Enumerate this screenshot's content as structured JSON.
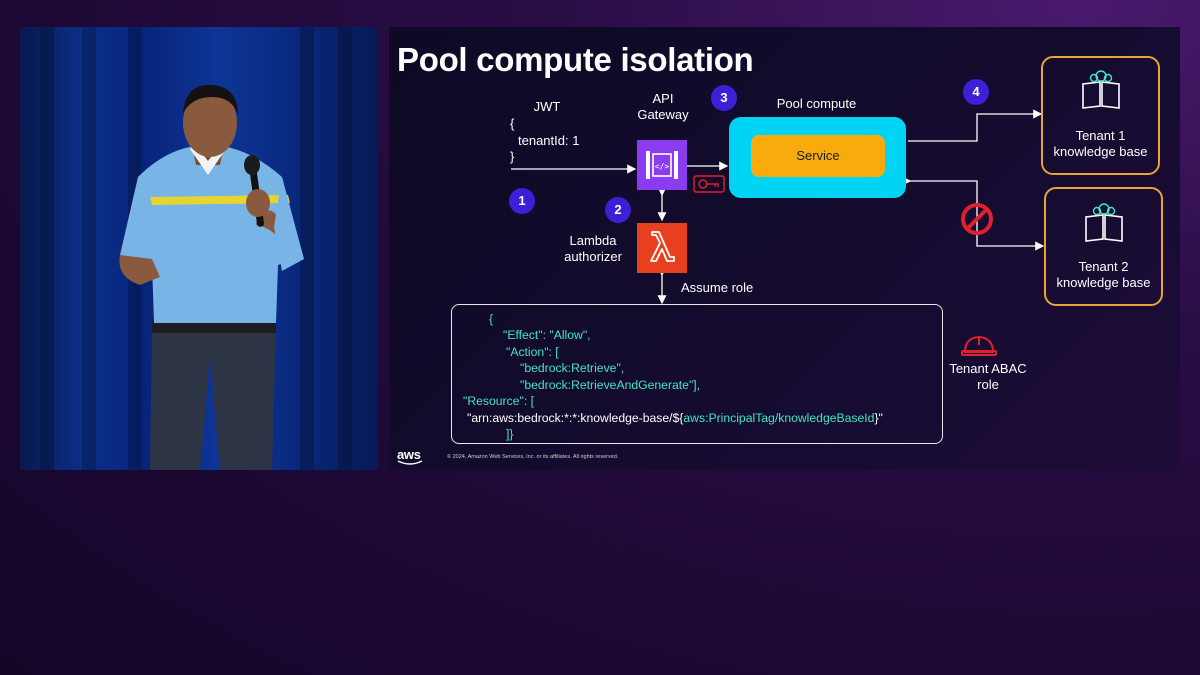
{
  "slide": {
    "title": "Pool compute isolation",
    "jwt": {
      "label": "JWT",
      "open_brace": "{",
      "claim": "tenantId: 1",
      "close_brace": "}"
    },
    "api_gateway_label": "API\nGateway",
    "lambda_label": "Lambda\nauthorizer",
    "pool_compute_label": "Pool compute",
    "service_label": "Service",
    "tenant1_label": "Tenant 1\nknowledge base",
    "tenant2_label": "Tenant 2\nknowledge base",
    "assume_role_label": "Assume role",
    "tenant_abac_label": "Tenant ABAC\nrole",
    "steps": [
      "1",
      "2",
      "3",
      "4"
    ],
    "policy": {
      "l1": "{",
      "l2": "\"Effect\": \"Allow\",",
      "l3": "\"Action\": [",
      "l4": "\"bedrock:Retrieve\",",
      "l5": "\"bedrock:RetrieveAndGenerate\"],",
      "l6": "\"Resource\": [",
      "l7a": "\"arn:aws:bedrock:*:*:knowledge-base/${",
      "l7b": "aws:PrincipalTag/knowledgeBaseId",
      "l7c": "}\"",
      "l8": "]}"
    },
    "aws_logo": "aws",
    "footer": "© 2024, Amazon Web Services, Inc. or its affiliates. All rights reserved."
  },
  "colors": {
    "pool_compute": "#00d4f5",
    "service": "#f9ab0c",
    "api_gateway": "#8c3cf0",
    "lambda": "#e8401e",
    "step_badge": "#3d1fd6",
    "kb_border": "#e7a630",
    "deny_icon": "#e0202a",
    "policy_text": "#3fe6c4"
  },
  "icons": {
    "api_gateway": "api-gateway-icon",
    "lambda": "lambda-icon",
    "key": "key-icon",
    "deny": "deny-icon",
    "knowledge_base": "knowledge-base-icon",
    "iam_role": "hard-hat-icon"
  }
}
